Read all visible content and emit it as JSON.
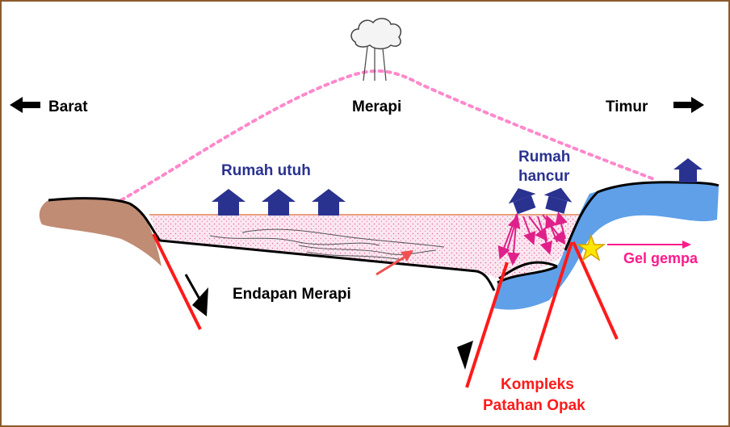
{
  "labels": {
    "west": "Barat",
    "east": "Timur",
    "volcano": "Merapi",
    "intact_houses": "Rumah utuh",
    "destroyed_houses_line1": "Rumah",
    "destroyed_houses_line2": "hancur",
    "deposits": "Endapan Merapi",
    "seismic_wave": "Gel gempa",
    "fault_complex_line1": "Kompleks",
    "fault_complex_line2": "Patahan Opak"
  },
  "colors": {
    "frame": "#8b5a2b",
    "west_block": "#c08c74",
    "east_block": "#5fa0e8",
    "deposit_fill": "#fbe7f0",
    "deposit_dots": "#e56aa0",
    "volcano_outline": "#ff88cc",
    "fault": "#ff1a1a",
    "house": "#2a3290",
    "house_label": "#2a3290",
    "seismic_label": "#ff1a8c",
    "fault_label": "#ff1a1a",
    "epicenter_star": "#ffe600"
  },
  "icons": {
    "west_arrow": "arrow-left-icon",
    "east_arrow": "arrow-right-icon",
    "eruption_cloud": "cloud-icon",
    "epicenter": "star-icon"
  }
}
